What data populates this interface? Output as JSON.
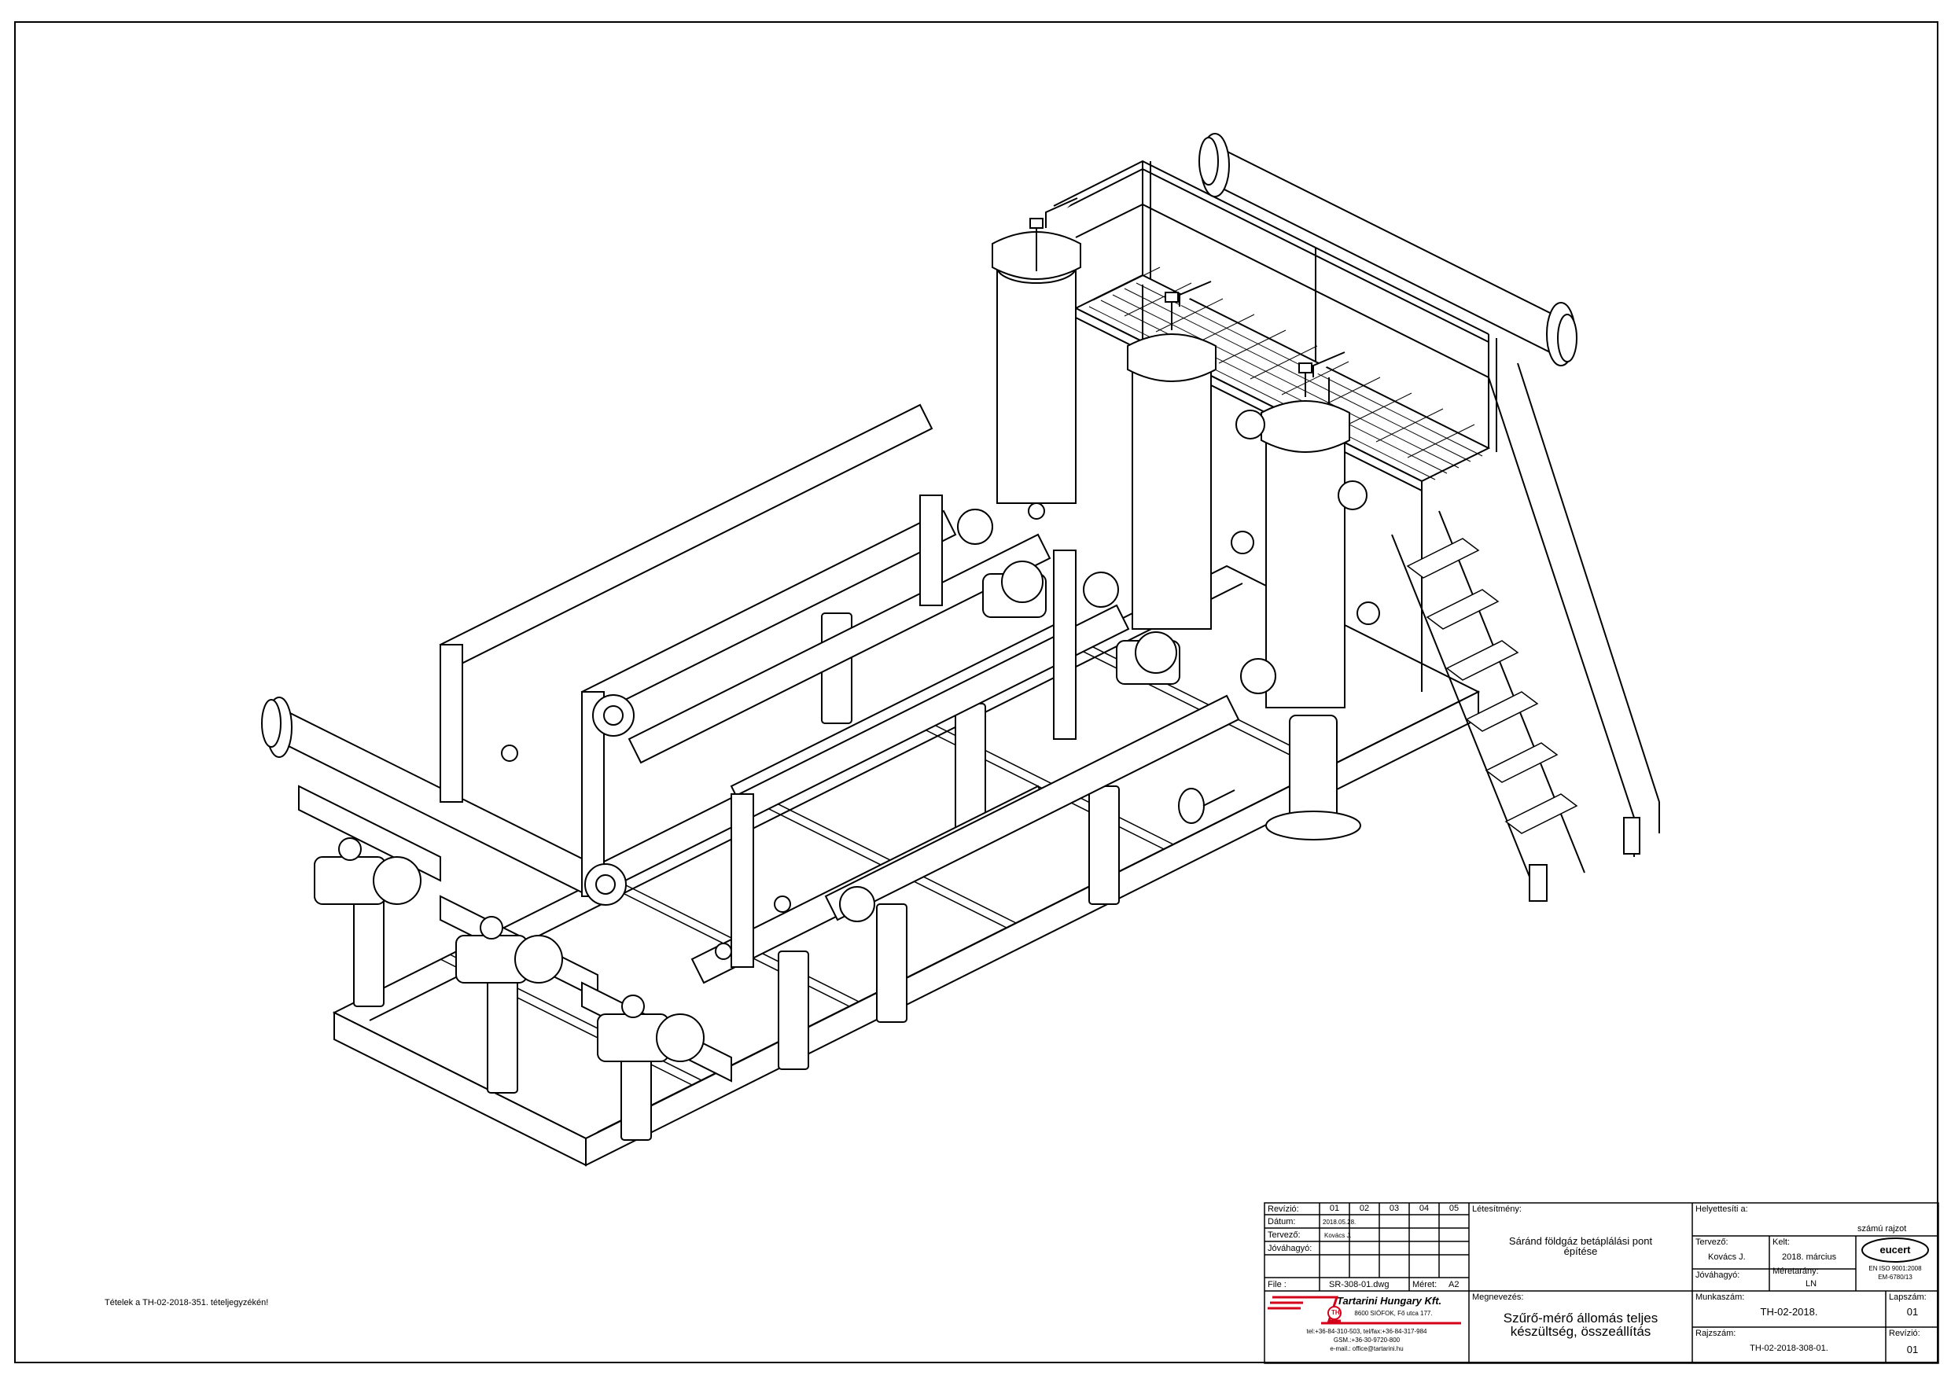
{
  "note": "Tételek a TH-02-2018-351. tételjegyzékén!",
  "titleblock": {
    "revision_label": "Revízió:",
    "revisions": [
      "01",
      "02",
      "03",
      "04",
      "05"
    ],
    "date_label": "Dátum:",
    "date_value": "2018.05.28.",
    "designer_label": "Tervező:",
    "designer_value": "Kovács J.",
    "approver_label": "Jóváhagyó:",
    "file_label": "File :",
    "file_value": "SR-308-01.dwg",
    "size_label": "Méret:",
    "size_value": "A2",
    "company_name": "Tartarini Hungary Kft.",
    "company_logo": "TH",
    "company_address": "8600 SIÓFOK, Fő utca 177.",
    "company_tel": "tel:+36-84-310-503, tel/fax:+36-84-317-984",
    "company_gsm": "GSM.:+36-30-9720-800",
    "company_email": "e-mail.: office@tartarini.hu",
    "facility_label": "Létesítmény:",
    "facility_value": "Sáránd földgáz betáplálási pont építése",
    "name_label": "Megnevezés:",
    "name_value": "Szűrő-mérő állomás teljes készültség, összeállítás",
    "substitute_label": "Helyettesíti a:",
    "numbered_drawing": "számú rajzot",
    "designer2_label": "Tervező:",
    "designer2_value": "Kovács J.",
    "issued_label": "Kelt:",
    "issued_value": "2018. március",
    "approver2_label": "Jóváhagyó:",
    "scale_label": "Méretarány:",
    "scale_value": "LN",
    "cert_logo": "eucert",
    "cert_iso": "EN ISO 9001:2008",
    "cert_no": "EM-6780/13",
    "job_label": "Munkaszám:",
    "job_value": "TH-02-2018.",
    "sheet_label": "Lapszám:",
    "sheet_value": "01",
    "drawing_no_label": "Rajzszám:",
    "drawing_no_value": "TH-02-2018-308-01.",
    "rev2_label": "Revízió:",
    "rev2_value": "01"
  },
  "colors": {
    "line": "#000000",
    "paper": "#ffffff",
    "logo_red": "#d4001a"
  }
}
